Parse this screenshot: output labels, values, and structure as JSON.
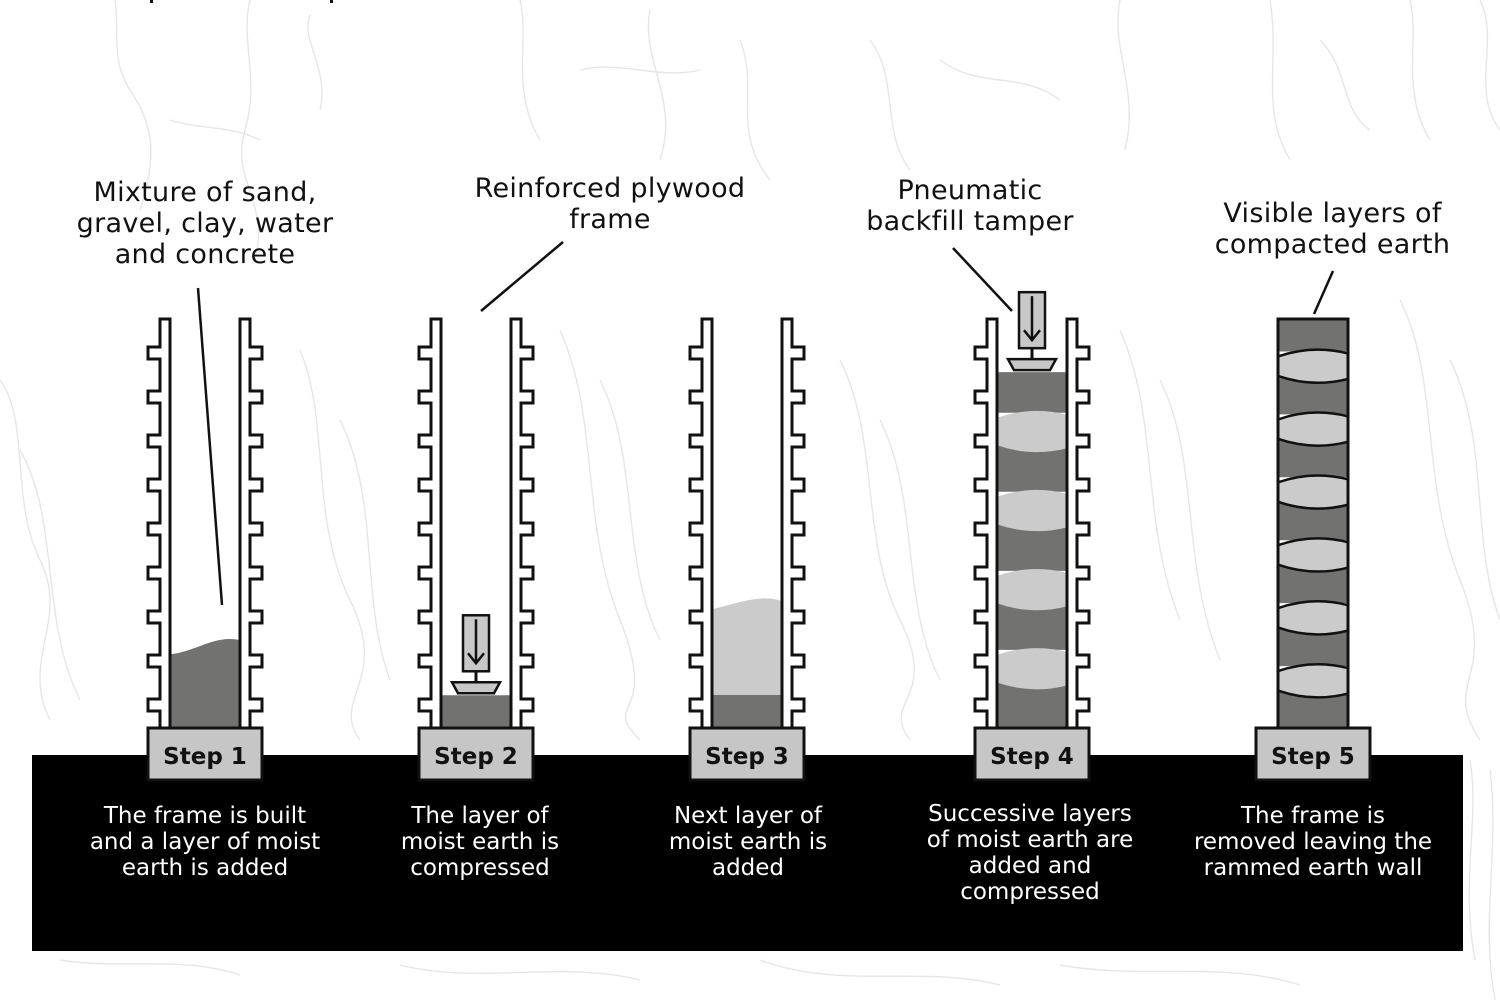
{
  "title": "Rammed earth wall construction steps",
  "colors": {
    "ground": "#000000",
    "frame_stroke": "#111111",
    "frame_fill": "#ffffff",
    "dark_earth": "#727270",
    "light_earth": "#cbcbcb",
    "step_box": "#c6c6c6",
    "tamper_fill": "#c8c8c8",
    "description_text": "#ffffff",
    "label_text": "#111111"
  },
  "annotations": [
    {
      "id": "mixture",
      "text": "Mixture of sand,\ngravel, clay, water\nand concrete",
      "points_to": "step-1-earth"
    },
    {
      "id": "frame",
      "text": "Reinforced plywood\nframe",
      "points_to": "step-2-frame"
    },
    {
      "id": "tamper",
      "text": "Pneumatic\nbackfill tamper",
      "points_to": "step-4-tamper"
    },
    {
      "id": "layers",
      "text": "Visible layers of\ncompacted earth",
      "points_to": "step-5-wall"
    }
  ],
  "steps": [
    {
      "label": "Step 1",
      "description": "The frame is built\nand a layer of moist\nearth is added",
      "has_frame": true,
      "tamper": false,
      "fill_fraction": 0.2,
      "layers": [
        "dark"
      ]
    },
    {
      "label": "Step 2",
      "description": "The layer of\nmoist earth is\ncompressed",
      "has_frame": true,
      "tamper": true,
      "fill_fraction": 0.08,
      "layers": [
        "dark"
      ]
    },
    {
      "label": "Step 3",
      "description": "Next layer of\nmoist earth is\nadded",
      "has_frame": true,
      "tamper": false,
      "fill_fraction": 0.3,
      "layers": [
        "dark",
        "light"
      ]
    },
    {
      "label": "Step 4",
      "description": "Successive layers\nof moist earth are\nadded and\ncompressed",
      "has_frame": true,
      "tamper": true,
      "fill_fraction": 0.87,
      "layers": [
        "dark",
        "light",
        "dark",
        "light",
        "dark",
        "light",
        "dark",
        "light",
        "dark"
      ]
    },
    {
      "label": "Step 5",
      "description": "The frame is\nremoved leaving the\nrammed earth wall",
      "has_frame": false,
      "tamper": false,
      "fill_fraction": 1.0,
      "layers": [
        "dark",
        "light",
        "dark",
        "light",
        "dark",
        "light",
        "dark",
        "light",
        "dark",
        "light",
        "dark",
        "light",
        "dark"
      ]
    }
  ]
}
